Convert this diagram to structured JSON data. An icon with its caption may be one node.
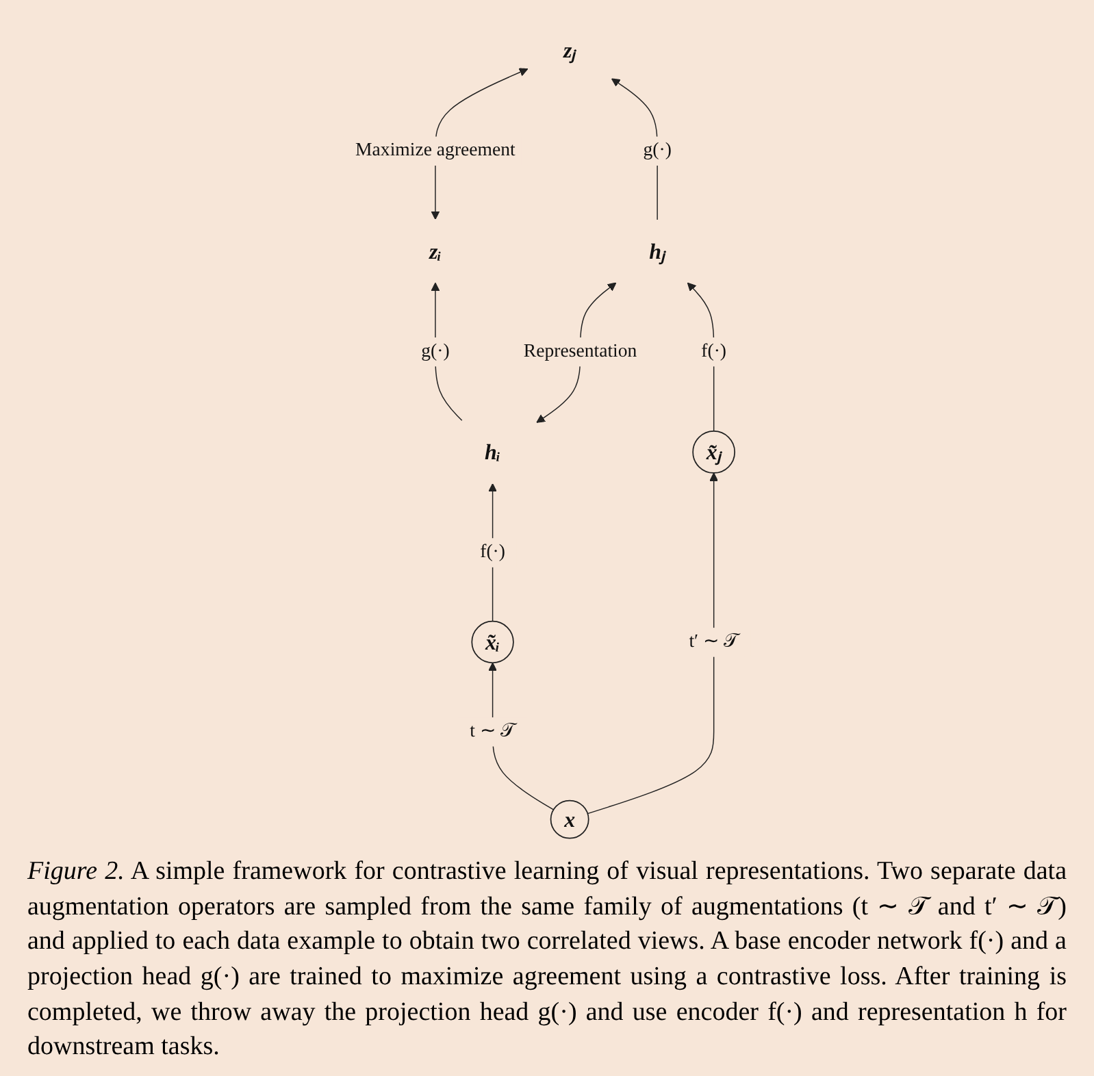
{
  "diagram": {
    "caption": "*Figure 2.* A simple framework for contrastive learning of visual representations. Two separate data augmentation operators are sampled from the same family of augmentations (t ∼ 𝒯 and t′ ∼ 𝒯) and applied to each data example to obtain two correlated views. A base encoder network f(·) and a projection head g(·) are trained to maximize agreement using a contrastive loss. After training is completed, we throw away the projection head g(·) and use encoder f(·) and representation h for downstream tasks.",
    "nodes": [
      {
        "text": [
          "zᵢ"
        ]
      },
      {
        "text": [
          "zⱼ"
        ]
      },
      {
        "text": [
          "hᵢ"
        ]
      },
      {
        "text": [
          "hⱼ"
        ]
      },
      {
        "text": [
          "x̃ᵢ"
        ]
      },
      {
        "text": [
          "x̃ⱼ"
        ]
      },
      {
        "text": [
          "x"
        ]
      }
    ],
    "edges": [
      {
        "from": 0,
        "to": 1,
        "arrow": "both",
        "label": "Maximize agreement"
      },
      {
        "from": 2,
        "to": 0,
        "arrow": "to",
        "label": "g(·)"
      },
      {
        "from": 3,
        "to": 1,
        "arrow": "to",
        "label": "g(·)"
      },
      {
        "from": 2,
        "to": 3,
        "arrow": "both",
        "label": "Representation"
      },
      {
        "from": 4,
        "to": 2,
        "arrow": "to",
        "label": "f(·)"
      },
      {
        "from": 5,
        "to": 3,
        "arrow": "to",
        "label": "f(·)"
      },
      {
        "from": 6,
        "to": 4,
        "arrow": "to",
        "label": "t ∼ 𝒯"
      },
      {
        "from": 6,
        "to": 5,
        "arrow": "to",
        "label": "t′ ∼ 𝒯"
      }
    ]
  }
}
